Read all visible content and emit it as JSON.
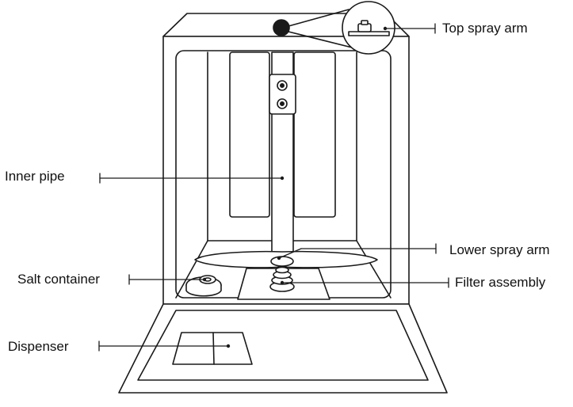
{
  "labels": {
    "top_spray_arm": "Top spray arm",
    "inner_pipe": "Inner pipe",
    "lower_spray_arm": "Lower spray arm",
    "salt_container": "Salt container",
    "filter_assembly": "Filter assembly",
    "dispenser": "Dispenser"
  },
  "colors": {
    "stroke": "#1a1a1a",
    "fill": "#ffffff",
    "marker": "#1a1a1a"
  },
  "icons": [
    "dishwasher-icon",
    "magnifier-callout-icon"
  ]
}
